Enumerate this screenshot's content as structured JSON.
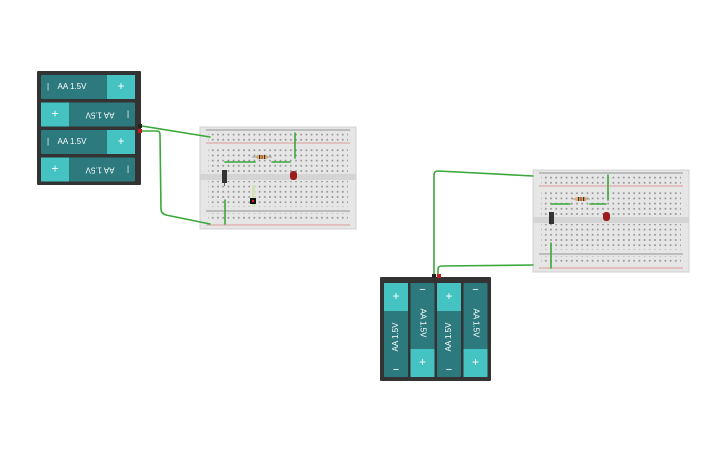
{
  "battery_cell_label": "AA 1.5V",
  "plus_label": "+",
  "minus_label": "−",
  "minus_bar_label": "|",
  "colors": {
    "wire": "#3aa83a",
    "cell_body": "#2d7a7e",
    "cell_cap": "#45c3c3",
    "holder": "#333333",
    "breadboard": "#e6e6e6",
    "rail_red": "#d88080",
    "led": "#9a1c1c"
  },
  "components": [
    {
      "type": "battery-pack",
      "cells": 4,
      "orientation": "horizontal"
    },
    {
      "type": "breadboard"
    },
    {
      "type": "battery-pack",
      "cells": 4,
      "orientation": "vertical"
    },
    {
      "type": "breadboard"
    }
  ]
}
